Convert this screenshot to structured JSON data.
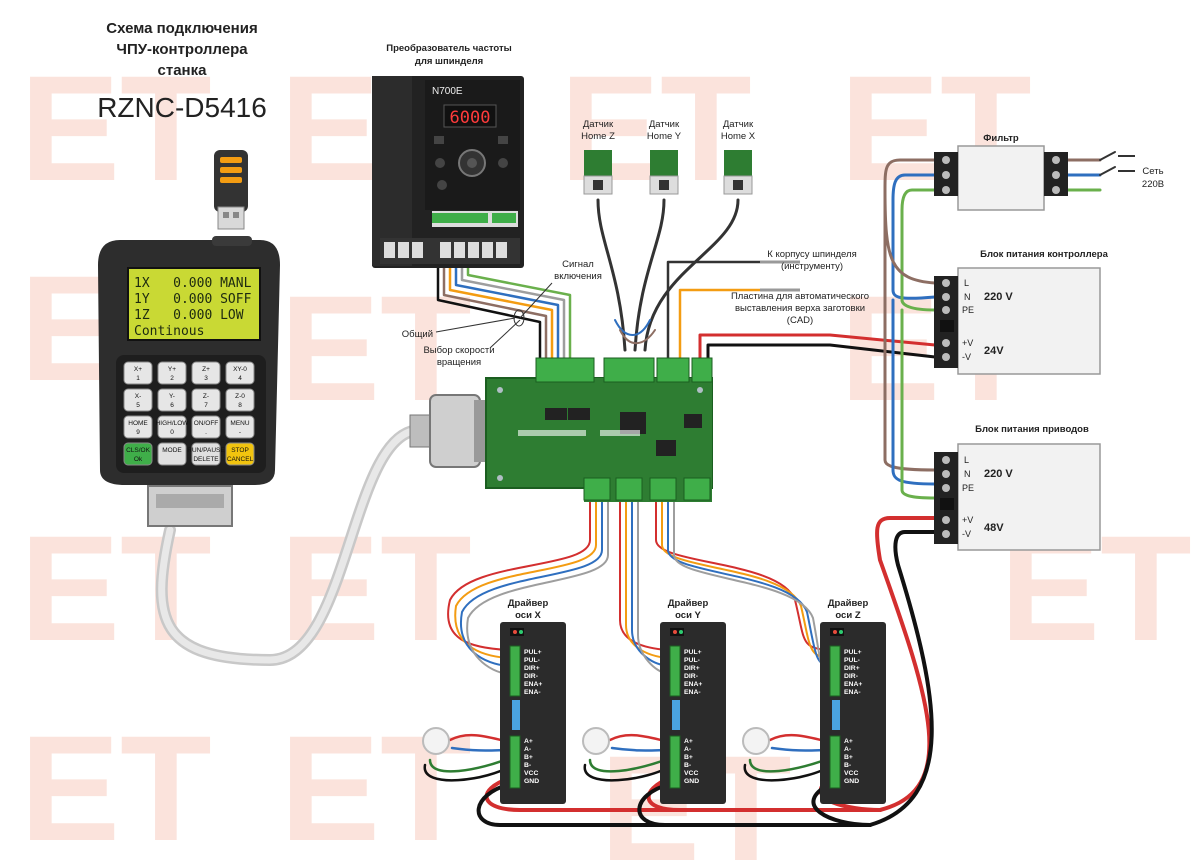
{
  "title": {
    "line1": "Схема подключения",
    "line2": "ЧПУ-контроллера",
    "line3": "станка",
    "model": "RZNC-D5416"
  },
  "pendant": {
    "display": {
      "row1": "1X   0.000 MANL",
      "row2": "1Y   0.000 SOFF",
      "row3": "1Z   0.000 LOW",
      "row4": "Continous"
    },
    "keys": [
      {
        "top": "X+",
        "bottom": "1"
      },
      {
        "top": "Y+",
        "bottom": "2"
      },
      {
        "top": "Z+",
        "bottom": "3"
      },
      {
        "top": "XY-0",
        "bottom": "4"
      },
      {
        "top": "X-",
        "bottom": "5"
      },
      {
        "top": "Y-",
        "bottom": "6"
      },
      {
        "top": "Z-",
        "bottom": "7"
      },
      {
        "top": "Z-0",
        "bottom": "8"
      },
      {
        "top": "HOME",
        "bottom": "9"
      },
      {
        "top": "HIGH/LOW",
        "bottom": "0"
      },
      {
        "top": "ON/OFF",
        "bottom": "."
      },
      {
        "top": "MENU",
        "bottom": "-"
      },
      {
        "top": "CLS/OK",
        "bottom": "Ok"
      },
      {
        "top": "MODE",
        "bottom": ""
      },
      {
        "top": "RUN/PAUSE",
        "bottom": "DELETE"
      },
      {
        "top": "STOP",
        "bottom": "CANCEL"
      }
    ]
  },
  "vfd": {
    "caption_line1": "Преобразователь частоты",
    "caption_line2": "для шпинделя",
    "model": "N700E",
    "display": "6000"
  },
  "sensors": [
    {
      "line1": "Датчик",
      "line2": "Home Z"
    },
    {
      "line1": "Датчик",
      "line2": "Home Y"
    },
    {
      "line1": "Датчик",
      "line2": "Home X"
    }
  ],
  "labels": {
    "signal_line1": "Сигнал",
    "signal_line2": "включения",
    "common": "Общий",
    "speed_line1": "Выбор скорости",
    "speed_line2": "вращения",
    "spindle_line1": "К корпусу шпинделя",
    "spindle_line2": "(инструменту)",
    "plate_line1": "Пластина для автоматического",
    "plate_line2": "выставления верха заготовки",
    "plate_line3": "(CAD)"
  },
  "filter": {
    "title": "Фильтр",
    "mains_line1": "Сеть",
    "mains_line2": "220В"
  },
  "psu_controller": {
    "title": "Блок питания контроллера",
    "terms": [
      "L",
      "N",
      "PE",
      "+V",
      "-V"
    ],
    "ac": "220 V",
    "dc": "24V"
  },
  "psu_drives": {
    "title": "Блок питания приводов",
    "terms": [
      "L",
      "N",
      "PE",
      "+V",
      "-V"
    ],
    "ac": "220 V",
    "dc": "48V"
  },
  "drivers": [
    {
      "line1": "Драйвер",
      "line2": "оси X"
    },
    {
      "line1": "Драйвер",
      "line2": "оси Y"
    },
    {
      "line1": "Драйвер",
      "line2": "оси Z"
    }
  ],
  "driver_terms": [
    "PUL+",
    "PUL-",
    "DIR+",
    "DIR-",
    "ENA+",
    "ENA-",
    "A+",
    "A-",
    "B+",
    "B-",
    "VCC",
    "GND"
  ],
  "colors": {
    "pcb": "#2e7d32",
    "terminal": "#3fae49",
    "red_wire": "#d32f2f",
    "black_wire": "#111111",
    "orange_wire": "#f39c12",
    "blue_wire": "#2f6fbf",
    "green_wire": "#6ab04c",
    "brown_wire": "#8d6e63",
    "gray_wire": "#9e9e9e"
  }
}
